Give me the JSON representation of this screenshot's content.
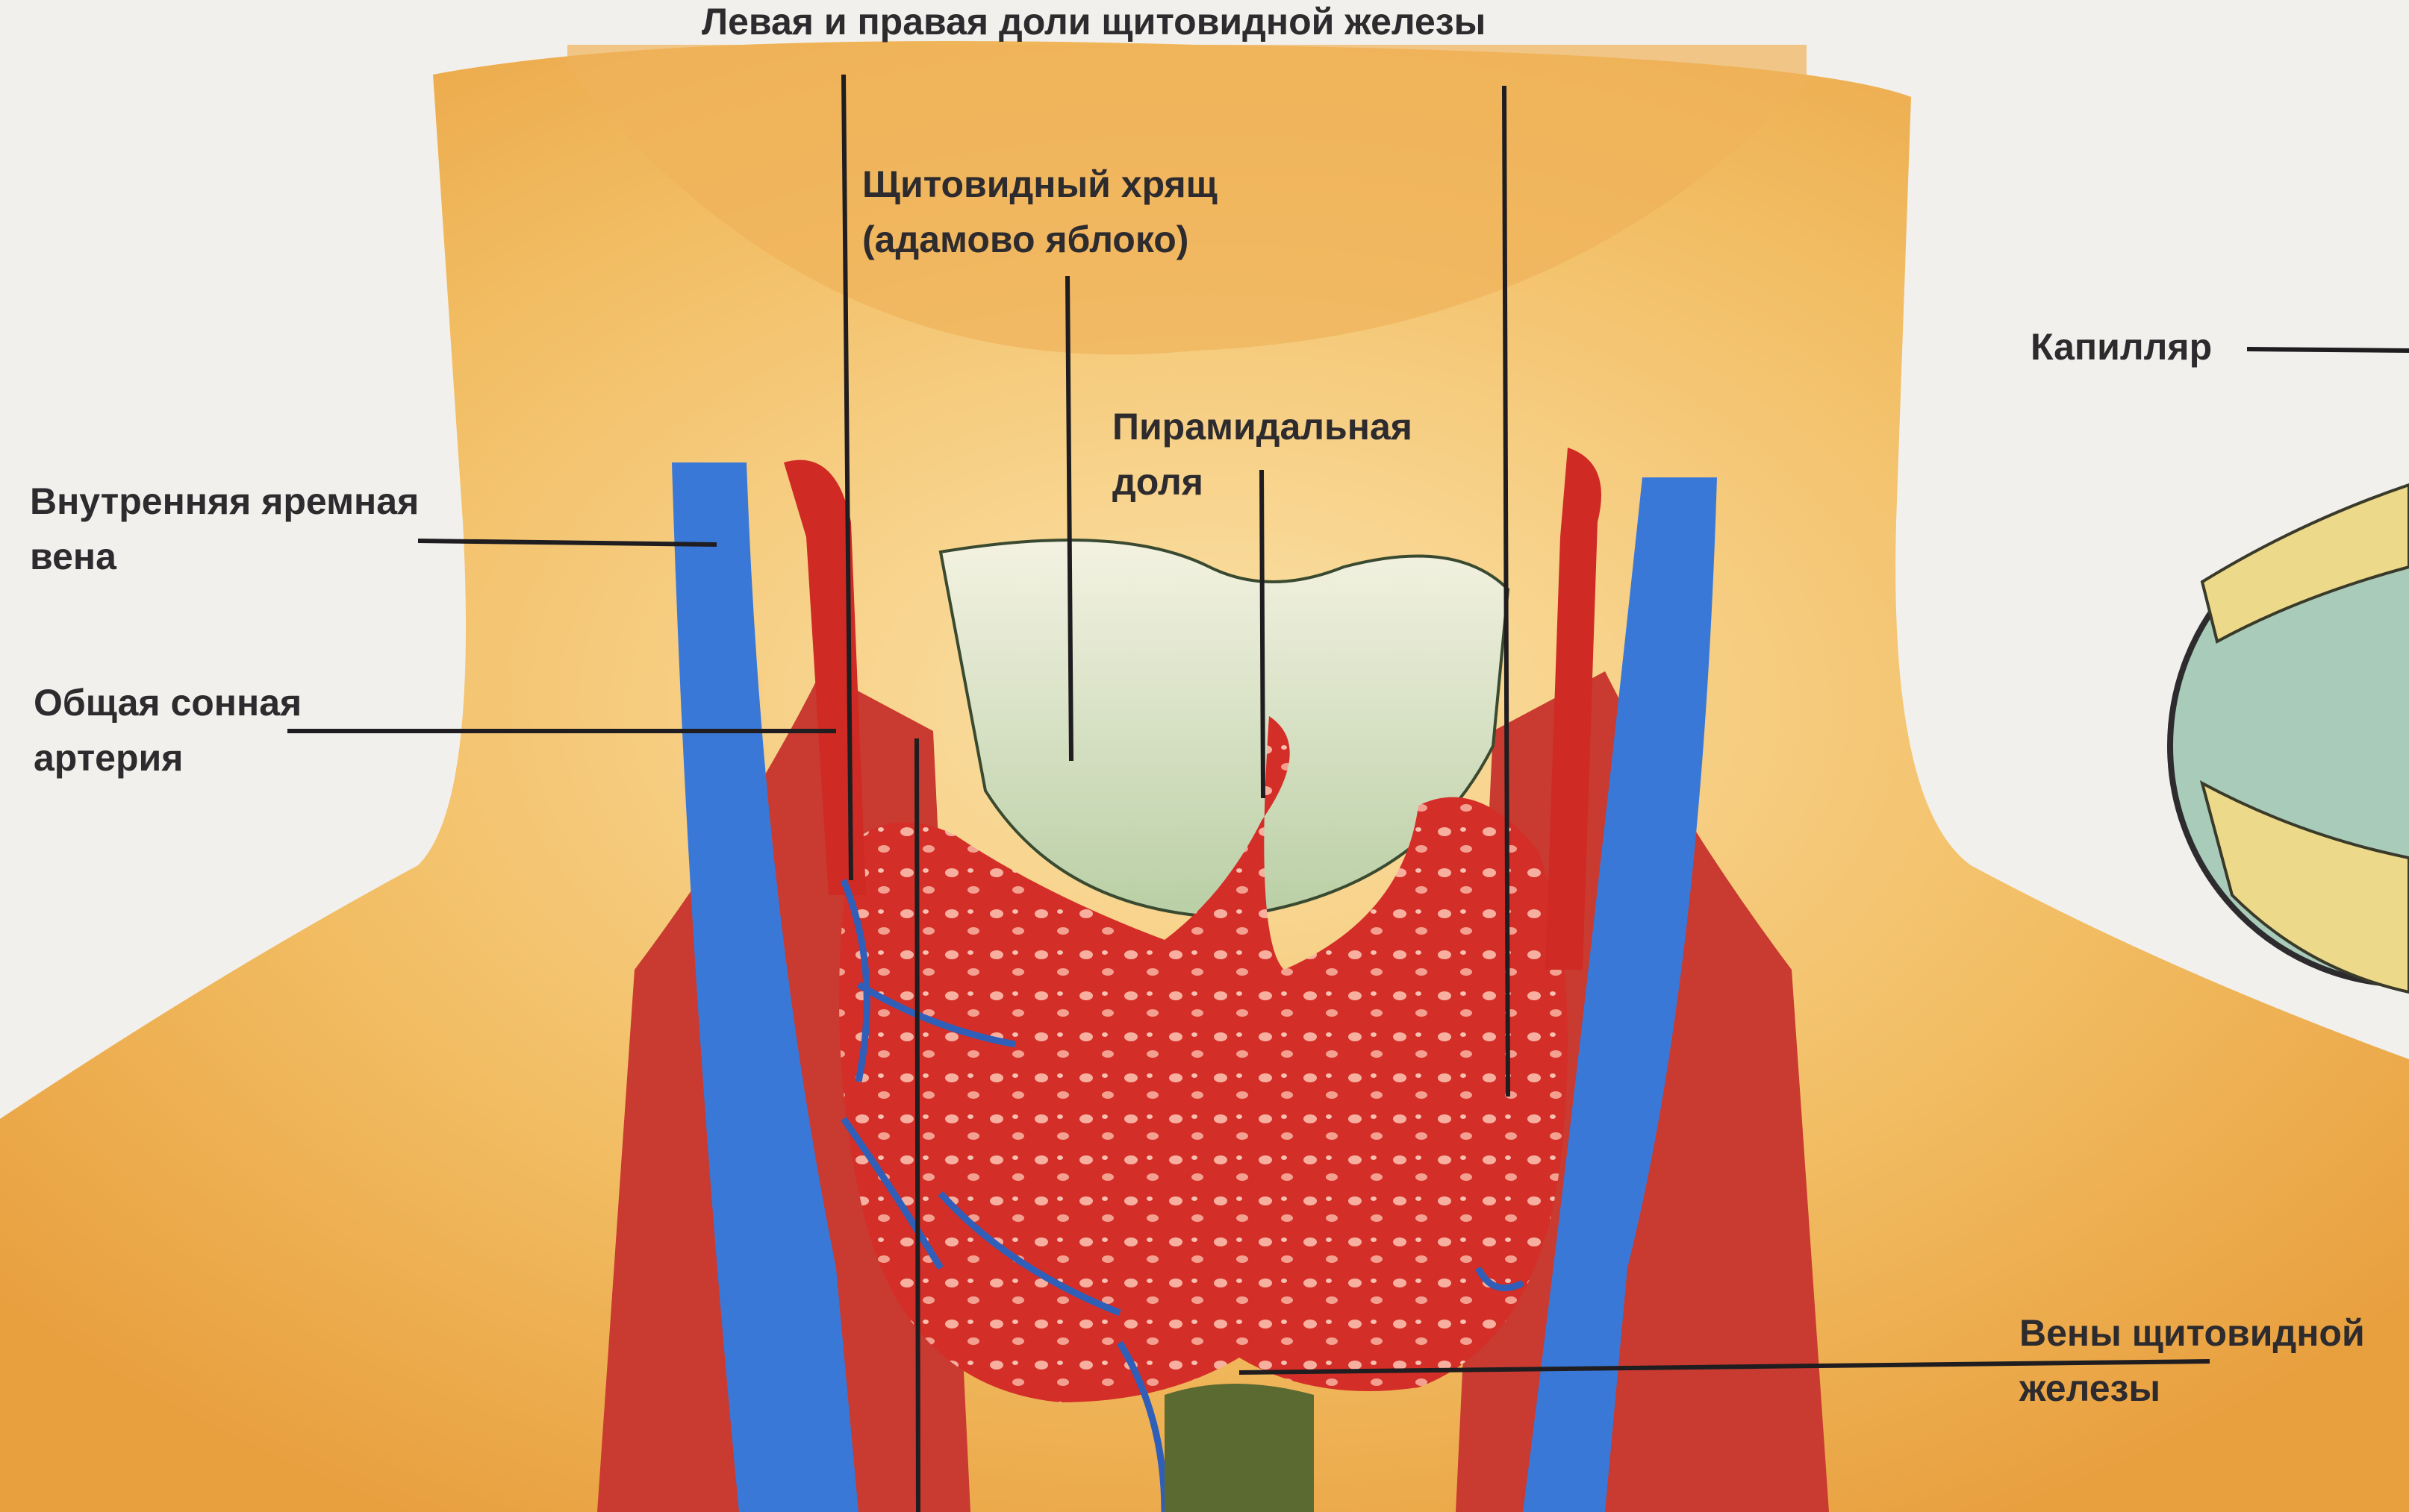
{
  "labels": {
    "lobes": "Левая и правая доли щитовидной железы",
    "cartilage_1": "Щитовидный хрящ",
    "cartilage_2": "(адамово яблоко)",
    "pyramidal_1": "Пирамидальная",
    "pyramidal_2": "доля",
    "capillary": "Капилляр",
    "jugular_1": "Внутренняя яремная",
    "jugular_2": "вена",
    "carotid_1": "Общая сонная",
    "carotid_2": "артерия",
    "veins_1": "Вены щитовидной",
    "veins_2": "железы"
  },
  "colors": {
    "background": "#f2f0ec",
    "skin": "#f0b860",
    "skin_light": "#f9dd9e",
    "thyroid": "#d8302a",
    "muscle": "#c2302a",
    "vein": "#3a78d8",
    "cartilage": "#cfdcc0",
    "label_text": "#2d2b2e"
  }
}
